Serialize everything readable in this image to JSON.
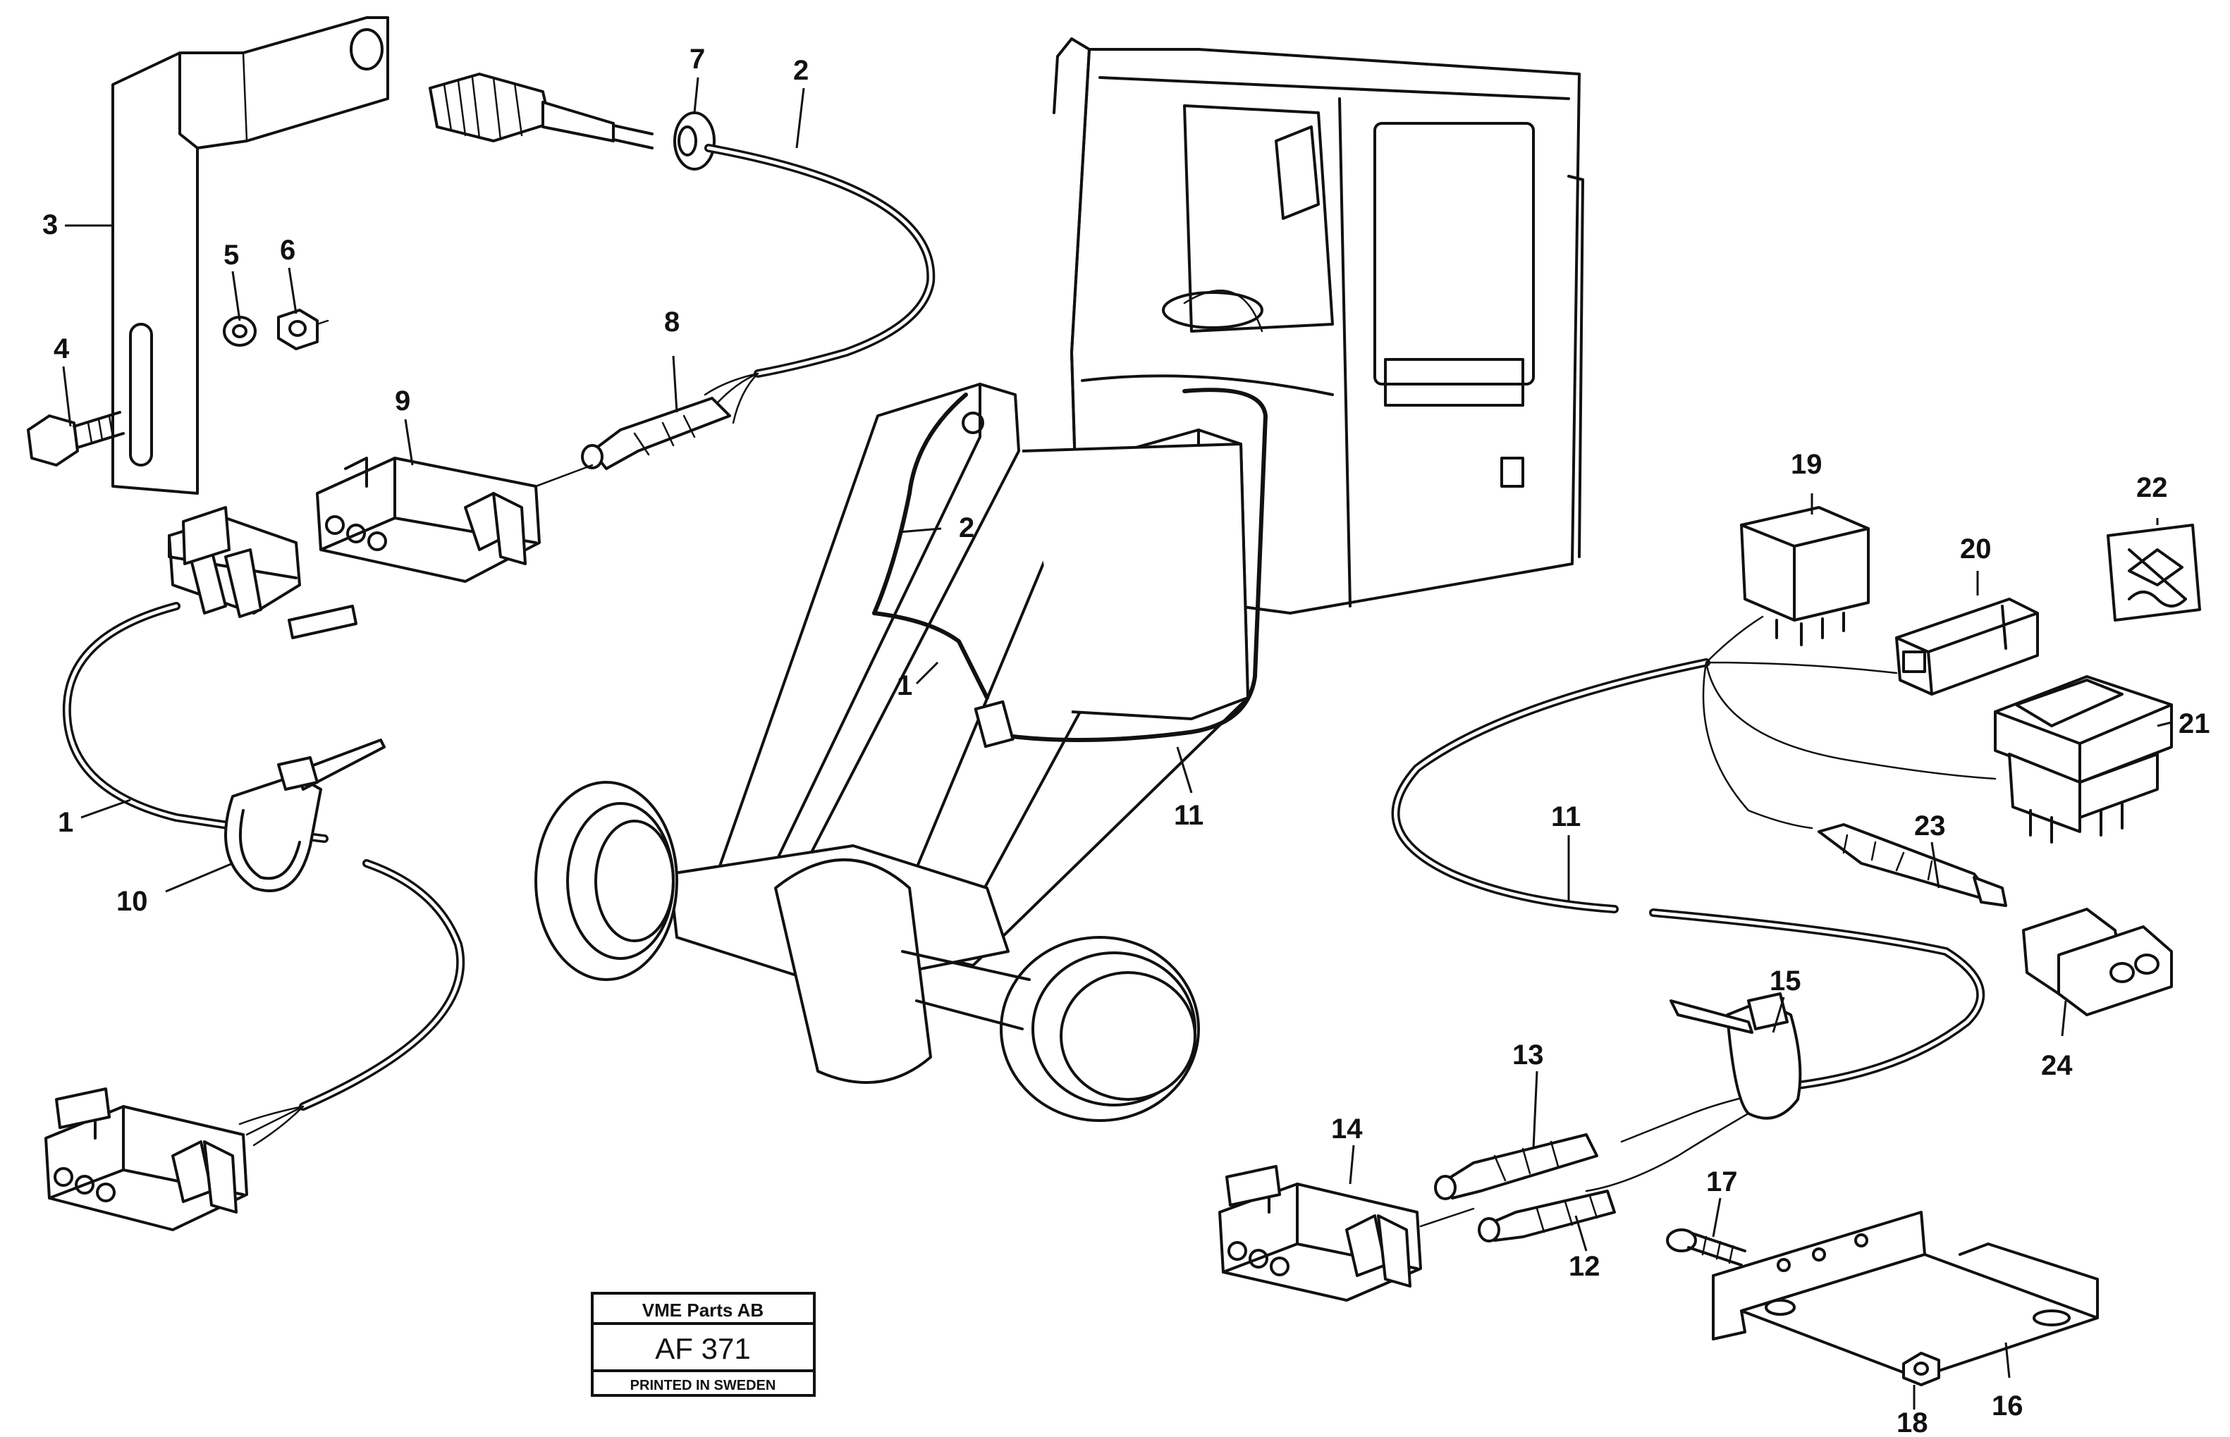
{
  "callouts": {
    "c1a": "1",
    "c1b": "1",
    "c2a": "2",
    "c2b": "2",
    "c3": "3",
    "c4": "4",
    "c5": "5",
    "c6": "6",
    "c7": "7",
    "c8": "8",
    "c9": "9",
    "c10": "10",
    "c11a": "11",
    "c11b": "11",
    "c12": "12",
    "c13": "13",
    "c14": "14",
    "c15": "15",
    "c16": "16",
    "c17": "17",
    "c18": "18",
    "c19": "19",
    "c20": "20",
    "c21": "21",
    "c22": "22",
    "c23": "23",
    "c24": "24"
  },
  "stamp": {
    "company": "VME Parts AB",
    "code": "AF 371",
    "printed": "PRINTED IN SWEDEN"
  }
}
